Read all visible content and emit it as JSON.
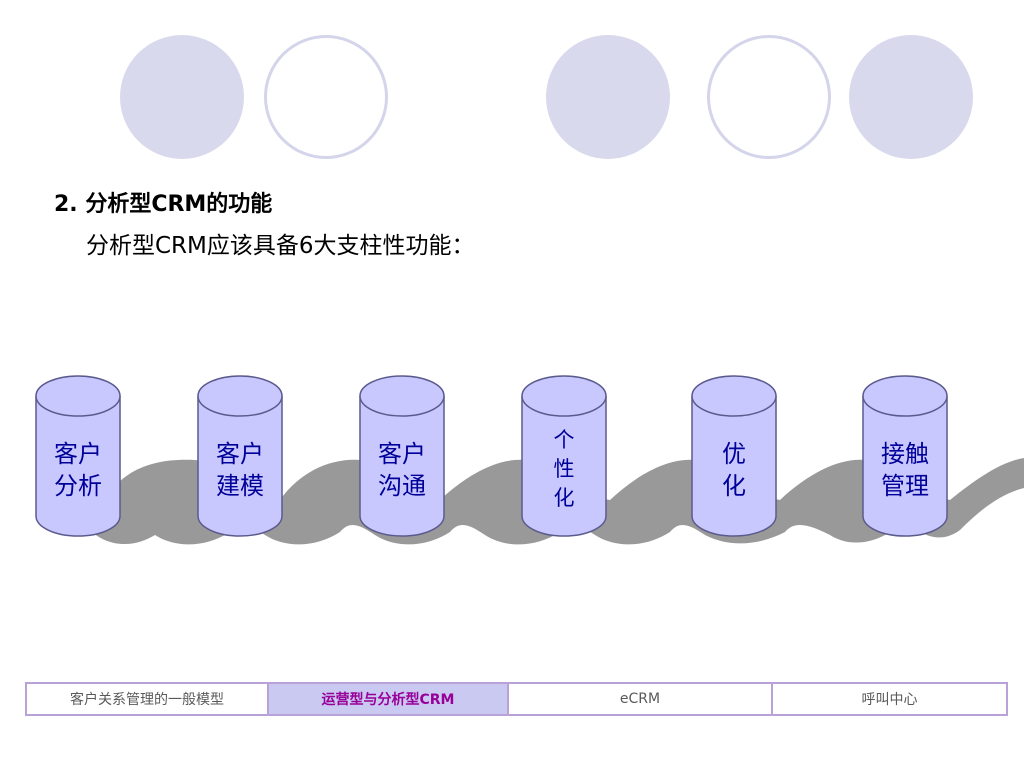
{
  "decor": {
    "circles": [
      "filled",
      "outline",
      "filled",
      "outline",
      "filled"
    ]
  },
  "heading": "2. 分析型CRM的功能",
  "subheading": "分析型CRM应该具备6大支柱性功能：",
  "pillars": [
    {
      "line1": "客户",
      "line2": "分析"
    },
    {
      "line1": "客户",
      "line2": "建模"
    },
    {
      "line1": "客户",
      "line2": "沟通"
    },
    {
      "line1": "个",
      "line2": "性",
      "line3": "化"
    },
    {
      "line1": "优",
      "line2": "化"
    },
    {
      "line1": "接触",
      "line2": "管理"
    }
  ],
  "tabs": [
    {
      "label": "客户关系管理的一般模型"
    },
    {
      "label": "运营型与分析型CRM",
      "active": true
    },
    {
      "label": "eCRM"
    },
    {
      "label": "呼叫中心"
    }
  ],
  "colors": {
    "pillar_fill": "#c8c8ff",
    "pillar_stroke": "#5a5a8c",
    "pillar_text": "#000099",
    "ribbon": "#999999",
    "tab_border": "#b9a2d8",
    "tab_active_bg": "#c9c9f2",
    "tab_active_text": "#990099"
  }
}
